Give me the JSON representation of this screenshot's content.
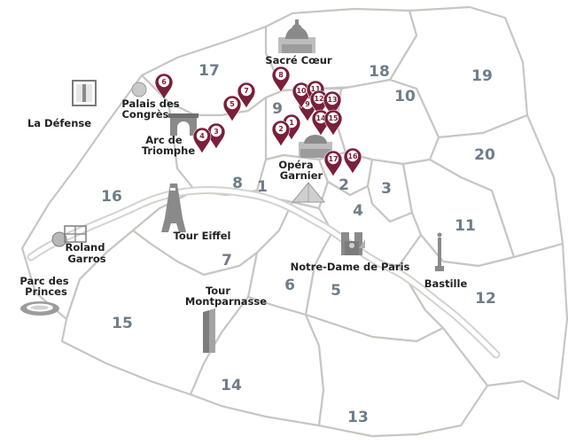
{
  "arrondissements": [
    {
      "id": "1",
      "label": "1"
    },
    {
      "id": "2",
      "label": "2"
    },
    {
      "id": "3",
      "label": "3"
    },
    {
      "id": "4",
      "label": "4"
    },
    {
      "id": "5",
      "label": "5"
    },
    {
      "id": "6",
      "label": "6"
    },
    {
      "id": "7",
      "label": "7"
    },
    {
      "id": "8",
      "label": "8"
    },
    {
      "id": "9",
      "label": "9"
    },
    {
      "id": "10",
      "label": "10"
    },
    {
      "id": "11",
      "label": "11"
    },
    {
      "id": "12",
      "label": "12"
    },
    {
      "id": "13",
      "label": "13"
    },
    {
      "id": "14",
      "label": "14"
    },
    {
      "id": "15",
      "label": "15"
    },
    {
      "id": "16",
      "label": "16"
    },
    {
      "id": "17",
      "label": "17"
    },
    {
      "id": "18",
      "label": "18"
    },
    {
      "id": "19",
      "label": "19"
    },
    {
      "id": "20",
      "label": "20"
    }
  ],
  "landmarks": {
    "sacre_coeur": {
      "lines": [
        "Sacré Cœur"
      ]
    },
    "palais_congres": {
      "lines": [
        "Palais des",
        "Congrès"
      ]
    },
    "la_defense": {
      "lines": [
        "La Défense"
      ]
    },
    "arc_triomphe": {
      "lines": [
        "Arc de",
        "Triomphe"
      ]
    },
    "opera_garnier": {
      "lines": [
        "Opéra",
        "Garnier"
      ]
    },
    "tour_eiffel": {
      "lines": [
        "Tour Eiffel"
      ]
    },
    "roland_garros": {
      "lines": [
        "Roland",
        "Garros"
      ]
    },
    "parc_princes": {
      "lines": [
        "Parc des",
        "Princes"
      ]
    },
    "notre_dame": {
      "lines": [
        "Notre-Dame de Paris"
      ]
    },
    "bastille": {
      "lines": [
        "Bastille"
      ]
    },
    "tour_montparnasse": {
      "lines": [
        "Tour",
        "Montparnasse"
      ]
    }
  },
  "markers": [
    "1",
    "2",
    "3",
    "4",
    "5",
    "6",
    "7",
    "8",
    "9",
    "10",
    "11",
    "12",
    "13",
    "14",
    "15",
    "16",
    "17"
  ],
  "colors": {
    "marker": "#7a1f3a",
    "district_number": "#6e7d8a",
    "border": "#c8c6c2"
  }
}
